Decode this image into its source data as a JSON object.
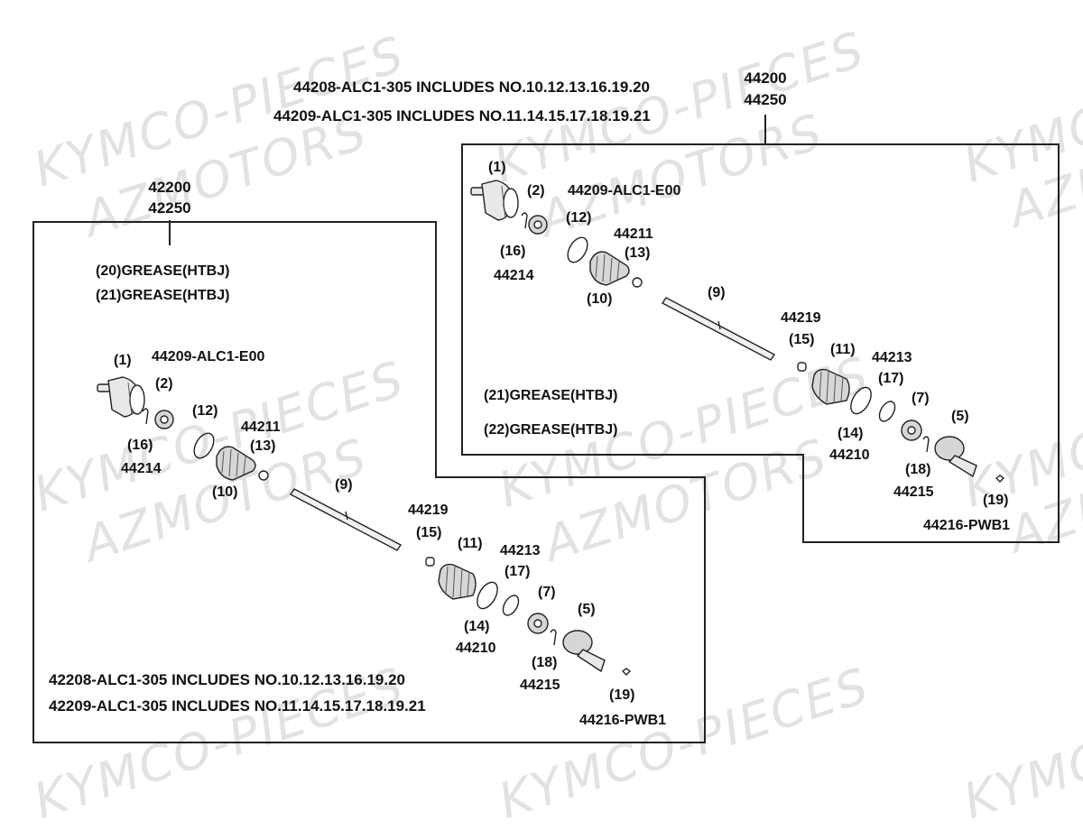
{
  "watermarks": {
    "kymco_pieces": "KYMCO-PIECES",
    "azmotors": "AZMOTORS",
    "kymco": "KYMCO",
    "azm": "AZM"
  },
  "top_notes": {
    "line1": "44208-ALC1-305  INCLUDES NO.10.12.13.16.19.20",
    "line2": "44209-ALC1-305  INCLUDES NO.11.14.15.17.18.19.21"
  },
  "right_assembly": {
    "part_no_1": "44200",
    "part_no_2": "44250",
    "labels": {
      "n1": "(1)",
      "n2": "(2)",
      "n16": "(16)",
      "p44214": "44214",
      "p44209": "44209-ALC1-E00",
      "n12": "(12)",
      "p44211": "44211",
      "n13": "(13)",
      "n10": "(10)",
      "n9": "(9)",
      "p44219": "44219",
      "n15": "(15)",
      "n11": "(11)",
      "p44213": "44213",
      "n17": "(17)",
      "n7": "(7)",
      "n14": "(14)",
      "p44210": "44210",
      "n5": "(5)",
      "n18": "(18)",
      "p44215": "44215",
      "n19": "(19)",
      "p44216": "44216-PWB1"
    },
    "grease_1": "(21)GREASE(HTBJ)",
    "grease_2": "(22)GREASE(HTBJ)"
  },
  "left_assembly": {
    "part_no_1": "42200",
    "part_no_2": "42250",
    "grease_1": "(20)GREASE(HTBJ)",
    "grease_2": "(21)GREASE(HTBJ)",
    "labels": {
      "n1": "(1)",
      "p44209": "44209-ALC1-E00",
      "n2": "(2)",
      "n12": "(12)",
      "p44211": "44211",
      "n16": "(16)",
      "n13": "(13)",
      "p44214": "44214",
      "n10": "(10)",
      "n9": "(9)",
      "p44219": "44219",
      "n15": "(15)",
      "n11": "(11)",
      "p44213": "44213",
      "n17": "(17)",
      "n7": "(7)",
      "n5": "(5)",
      "n14": "(14)",
      "p44210": "44210",
      "n18": "(18)",
      "p44215": "44215",
      "n19": "(19)",
      "p44216": "44216-PWB1"
    },
    "note_1": "42208-ALC1-305  INCLUDES NO.10.12.13.16.19.20",
    "note_2": "42209-ALC1-305  INCLUDES NO.11.14.15.17.18.19.21"
  },
  "colors": {
    "line": "#222222",
    "watermark": "#e2e2e2",
    "part_fill": "#d6d6d6"
  }
}
